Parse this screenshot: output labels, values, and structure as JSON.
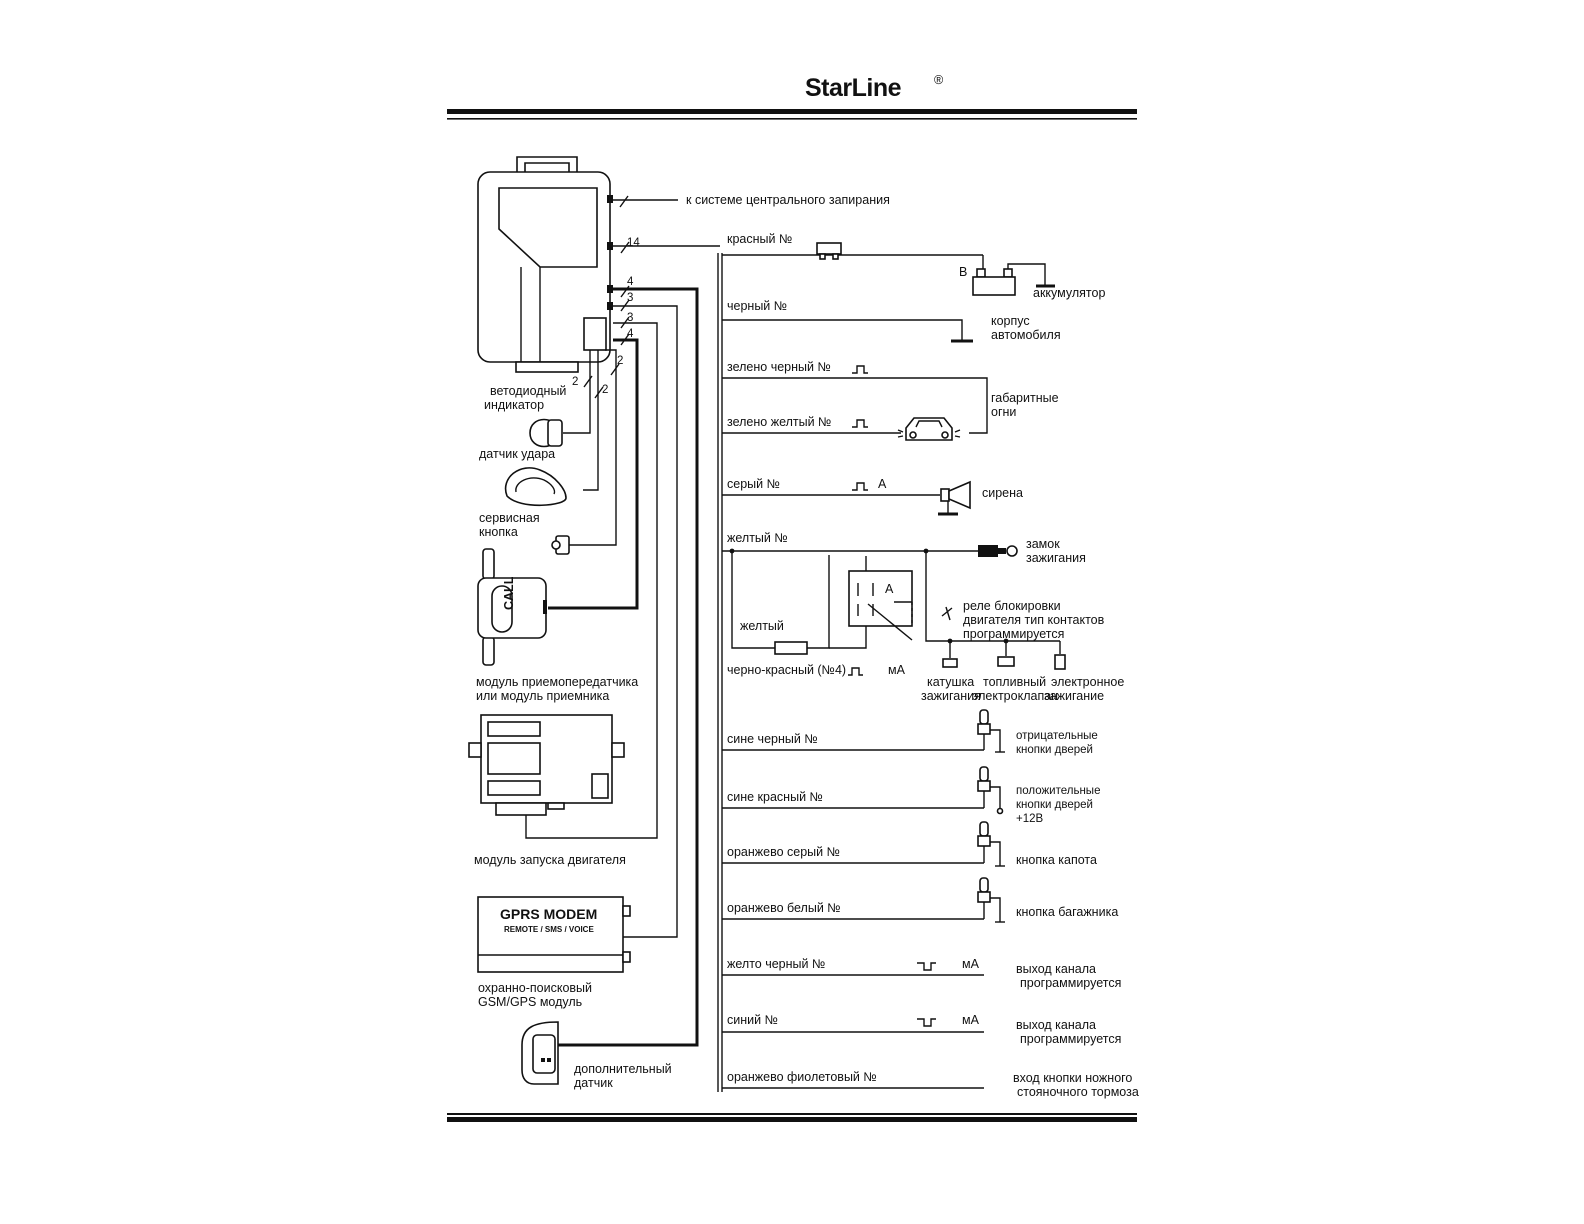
{
  "brand": "StarLine",
  "brand_mark": "®",
  "left_labels": {
    "led": [
      "ветодиодный",
      "индикатор"
    ],
    "shock": "датчик удара",
    "service": [
      "сервисная",
      "кнопка"
    ],
    "transceiver": [
      "модуль приемопередатчика",
      "или модуль приемника"
    ],
    "engine_start": "модуль запуска двигателя",
    "gprs_title": "GPRS MODEM",
    "gprs_sub": "REMOTE / SMS / VOICE",
    "gsm": [
      "охранно-поисковый",
      "GSM/GPS модуль"
    ],
    "extra": [
      "дополнительный",
      "датчик"
    ]
  },
  "bundle_counts": [
    "14",
    "4",
    "3",
    "3",
    "4",
    "2",
    "2",
    "2"
  ],
  "wires": {
    "central_lock": "к системе центрального запирания",
    "red": "красный  №",
    "black": "черный  №",
    "green_black": "зелено черный  №",
    "green_yellow": "зелено желтый  №",
    "gray": "серый  №",
    "yellow": "желтый  №",
    "yellow_inner": "желтый",
    "black_red": "черно-красный (№4)",
    "blue_black": "сине черный  №",
    "blue_red": "сине красный  №",
    "orange_gray": "оранжево серый  №",
    "orange_white": "оранжево белый  №",
    "yellow_black": "желто черный  №",
    "blue": "синий  №",
    "orange_violet": "оранжево фиолетовый  №"
  },
  "right_labels": {
    "battery_b": "B",
    "battery": "аккумулятор",
    "body": [
      "корпус",
      "автомобиля"
    ],
    "parking": [
      "габаритные",
      "огни"
    ],
    "siren_a": "А",
    "siren": "сирена",
    "ignition_lock": [
      "замок",
      "зажигания"
    ],
    "relay_a": "А",
    "relay": [
      "реле блокировки",
      "двигателя  тип контактов",
      "программируется"
    ],
    "ma": "мА",
    "coil": [
      "катушка",
      "зажигания"
    ],
    "fuel": [
      "топливный",
      "электроклапан"
    ],
    "electronic": [
      "электронное",
      "зажигание"
    ],
    "neg_doors": [
      "отрицательные",
      "кнопки дверей"
    ],
    "pos_doors": [
      "положительные",
      "кнопки дверей",
      "+12В"
    ],
    "hood": "кнопка капота",
    "trunk": "кнопка багажника",
    "ma1": "мА",
    "ma2": "мА",
    "out1": [
      "выход     канала",
      "программируется"
    ],
    "out2": [
      "выход     канала",
      "программируется"
    ],
    "handbrake": [
      "вход кнопки ножного",
      "стояночного  тормоза"
    ]
  }
}
